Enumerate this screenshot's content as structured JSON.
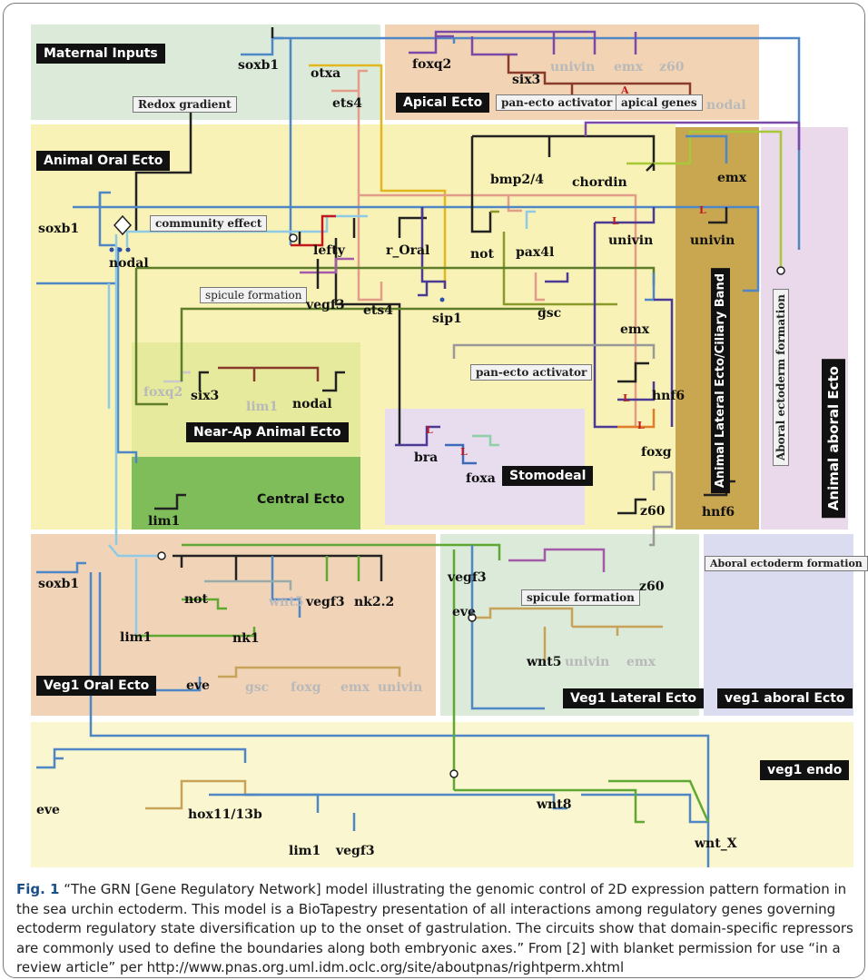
{
  "regions": {
    "maternal_inputs": "Maternal Inputs",
    "apical_ecto": "Apical Ecto",
    "animal_oral_ecto": "Animal Oral Ecto",
    "near_ap_animal_ecto": "Near-Ap Animal Ecto",
    "central_ecto": "Central Ecto",
    "stomodeal": "Stomodeal",
    "animal_lateral_ecto": "Animal Lateral Ecto/Ciliary Band",
    "animal_aboral_ecto": "Animal aboral Ecto",
    "veg1_oral_ecto": "Veg1 Oral Ecto",
    "veg1_lateral_ecto": "Veg1 Lateral Ecto",
    "veg1_aboral_ecto": "veg1 aboral Ecto",
    "veg1_endo": "veg1 endo"
  },
  "notes": {
    "redox": "Redox gradient",
    "community": "community effect",
    "pan_ecto_top": "pan-ecto activator",
    "apical_genes": "apical genes",
    "spicule_top": "spicule formation",
    "pan_ecto_mid": "pan-ecto activator",
    "aboral_vert": "Aboral ectoderm formation",
    "aboral_h": "Aboral ectoderm formation",
    "spicule_bottom": "spicule formation"
  },
  "genes": {
    "soxb1_top": "soxb1",
    "otxa": "otxa",
    "ets4_top": "ets4",
    "foxq2_top": "foxq2",
    "six3_top": "six3",
    "univin_top": "univin",
    "emx_top": "emx",
    "z60_top": "z60",
    "nodal_top": "nodal",
    "soxb1_oral": "soxb1",
    "nodal": "nodal",
    "lefty": "lefty",
    "r_oral": "r_Oral",
    "not_oral": "not",
    "pax4l": "pax4l",
    "bmp24": "bmp2/4",
    "chordin": "chordin",
    "emx_lat": "emx",
    "univin_lat": "univin",
    "univin_lat2": "univin",
    "vegf3_oral": "vegf3",
    "ets4_oral": "ets4",
    "sip1": "sip1",
    "gsc": "gsc",
    "emx_oral": "emx",
    "foxq2_near": "foxq2",
    "six3_near": "six3",
    "lim1_near": "lim1",
    "nodal_near": "nodal",
    "hnf6_oral": "hnf6",
    "foxg": "foxg",
    "bra": "bra",
    "foxa": "foxa",
    "lim1_central": "lim1",
    "z60_mid": "z60",
    "hnf6_lat": "hnf6",
    "soxb1_veg": "soxb1",
    "not_veg": "not",
    "wnt5_veg": "wnt5",
    "vegf3_veg": "vegf3",
    "nk22": "nk2.2",
    "lim1_veg": "lim1",
    "nk1": "nk1",
    "eve_veg": "eve",
    "gsc_veg": "gsc",
    "foxg_veg": "foxg",
    "emx_veg": "emx",
    "univin_veg": "univin",
    "vegf3_lat": "vegf3",
    "z60_lat": "z60",
    "eve_lat": "eve",
    "wnt5_lat": "wnt5",
    "univin_vl": "univin",
    "emx_vl": "emx",
    "eve_endo": "eve",
    "hox": "hox11/13b",
    "lim1_endo": "lim1",
    "vegf3_endo": "vegf3",
    "wnt8": "wnt8",
    "wnt_x": "wnt_X"
  },
  "marks": {
    "L": "L",
    "A": "A"
  },
  "caption": {
    "fig_no": "Fig. 1",
    "text": " “The GRN [Gene Regulatory Network] model illustrating the genomic control of 2D expression pattern formation in the sea urchin ectoderm. This model is a BioTapestry presentation of all interactions among regulatory genes governing ectoderm regulatory state diversification up to the onset of gastrulation. The circuits show that domain-specific repressors are commonly used to define the boundaries along both embryonic axes.” From [2] with blanket permission for use “in a review article” per http://www.pnas.org.uml.idm.oclc.org/site/aboutpnas/rightperm.xhtml"
  },
  "colors": {
    "maternal": "#dcebd9",
    "apical": "#f2d4b4",
    "animal_oral": "#f8f2b6",
    "near_ap": "#e5ea9c",
    "central": "#7fbc5a",
    "stomodeal": "#e7ddef",
    "lateral_band": "#c9a650",
    "aboral_animal": "#ead9ea",
    "veg1_oral": "#f1d4b8",
    "veg1_lateral": "#dcebd9",
    "veg1_aboral": "#dcdcf0",
    "veg1_endo": "#faf6cf"
  }
}
